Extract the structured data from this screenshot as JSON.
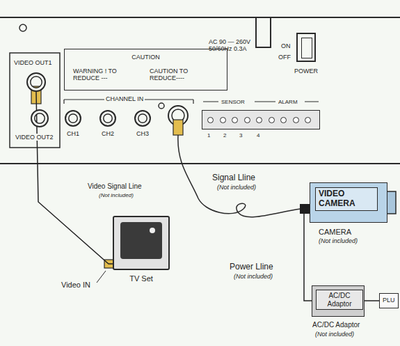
{
  "diagram": {
    "nodes": [
      {
        "text": [
          "VIDEO OUT1"
        ]
      },
      {
        "text": [
          "CAUTION",
          "WARNING ! TO REDUCE ---",
          "CAUTION TO REDUCE----"
        ]
      },
      {
        "text": [
          "ON",
          "OFF",
          "POWER"
        ]
      },
      {
        "text": [
          "VIDEO OUT2"
        ]
      },
      {
        "text": [
          "CH1"
        ]
      },
      {
        "text": [
          "CH2"
        ]
      },
      {
        "text": [
          "CH3"
        ]
      },
      {
        "text": [
          "SENSOR",
          "ALARM",
          "1",
          "2",
          "3",
          "4"
        ]
      },
      {
        "text": [
          "VIDEO CAMERA",
          "CAMERA",
          "(Not included)"
        ]
      },
      {
        "text": [
          "TV Set"
        ]
      },
      {
        "text": [
          "AC/DC Adaptor",
          "AC/DC Adaptor",
          "(Not included)"
        ]
      },
      {
        "text": [
          "PLU"
        ]
      }
    ],
    "edges": [
      {
        "from": 0,
        "to": 9,
        "arrow": "none"
      },
      {
        "from": 8,
        "to": 10,
        "arrow": "none"
      },
      {
        "from": 10,
        "to": 11,
        "arrow": "none"
      }
    ],
    "labels": [
      "CHANNEL IN",
      "AC 90 — 260V 50/60Hz 0.3A",
      "Signal Lline",
      "(Not included)",
      "Video Signal Line",
      "(Not included)",
      "Video IN",
      "Power Lline",
      "(Not included)"
    ]
  }
}
